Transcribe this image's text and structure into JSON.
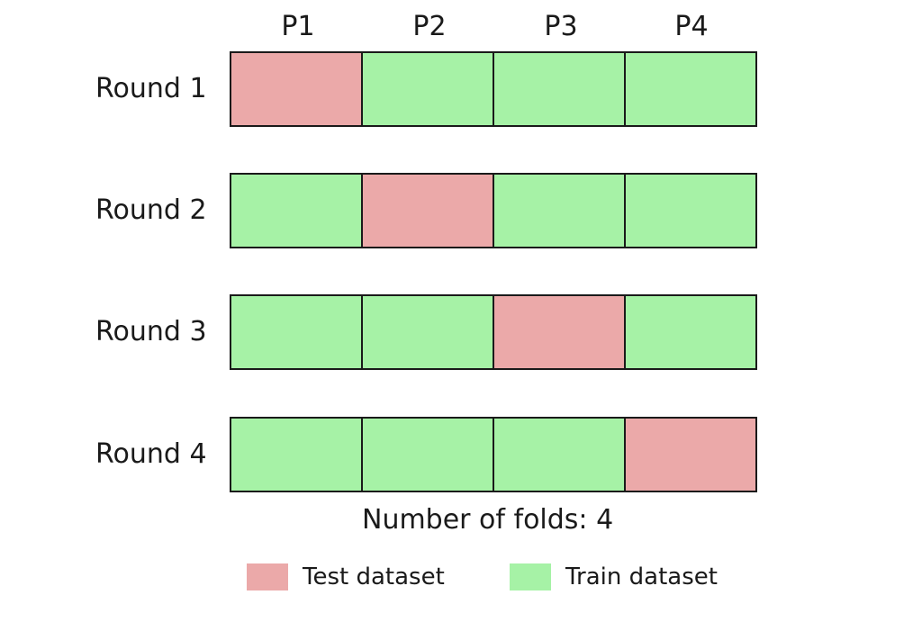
{
  "columns": [
    "P1",
    "P2",
    "P3",
    "P4"
  ],
  "rounds": [
    {
      "label": "Round 1",
      "test_fold": 0
    },
    {
      "label": "Round 2",
      "test_fold": 1
    },
    {
      "label": "Round 3",
      "test_fold": 2
    },
    {
      "label": "Round 4",
      "test_fold": 3
    }
  ],
  "caption": "Number of folds: 4",
  "legend": {
    "test_label": "Test dataset",
    "train_label": "Train dataset"
  },
  "colors": {
    "test": "#eba9a9",
    "train": "#a6f2a6",
    "border": "#1a1a1a"
  }
}
